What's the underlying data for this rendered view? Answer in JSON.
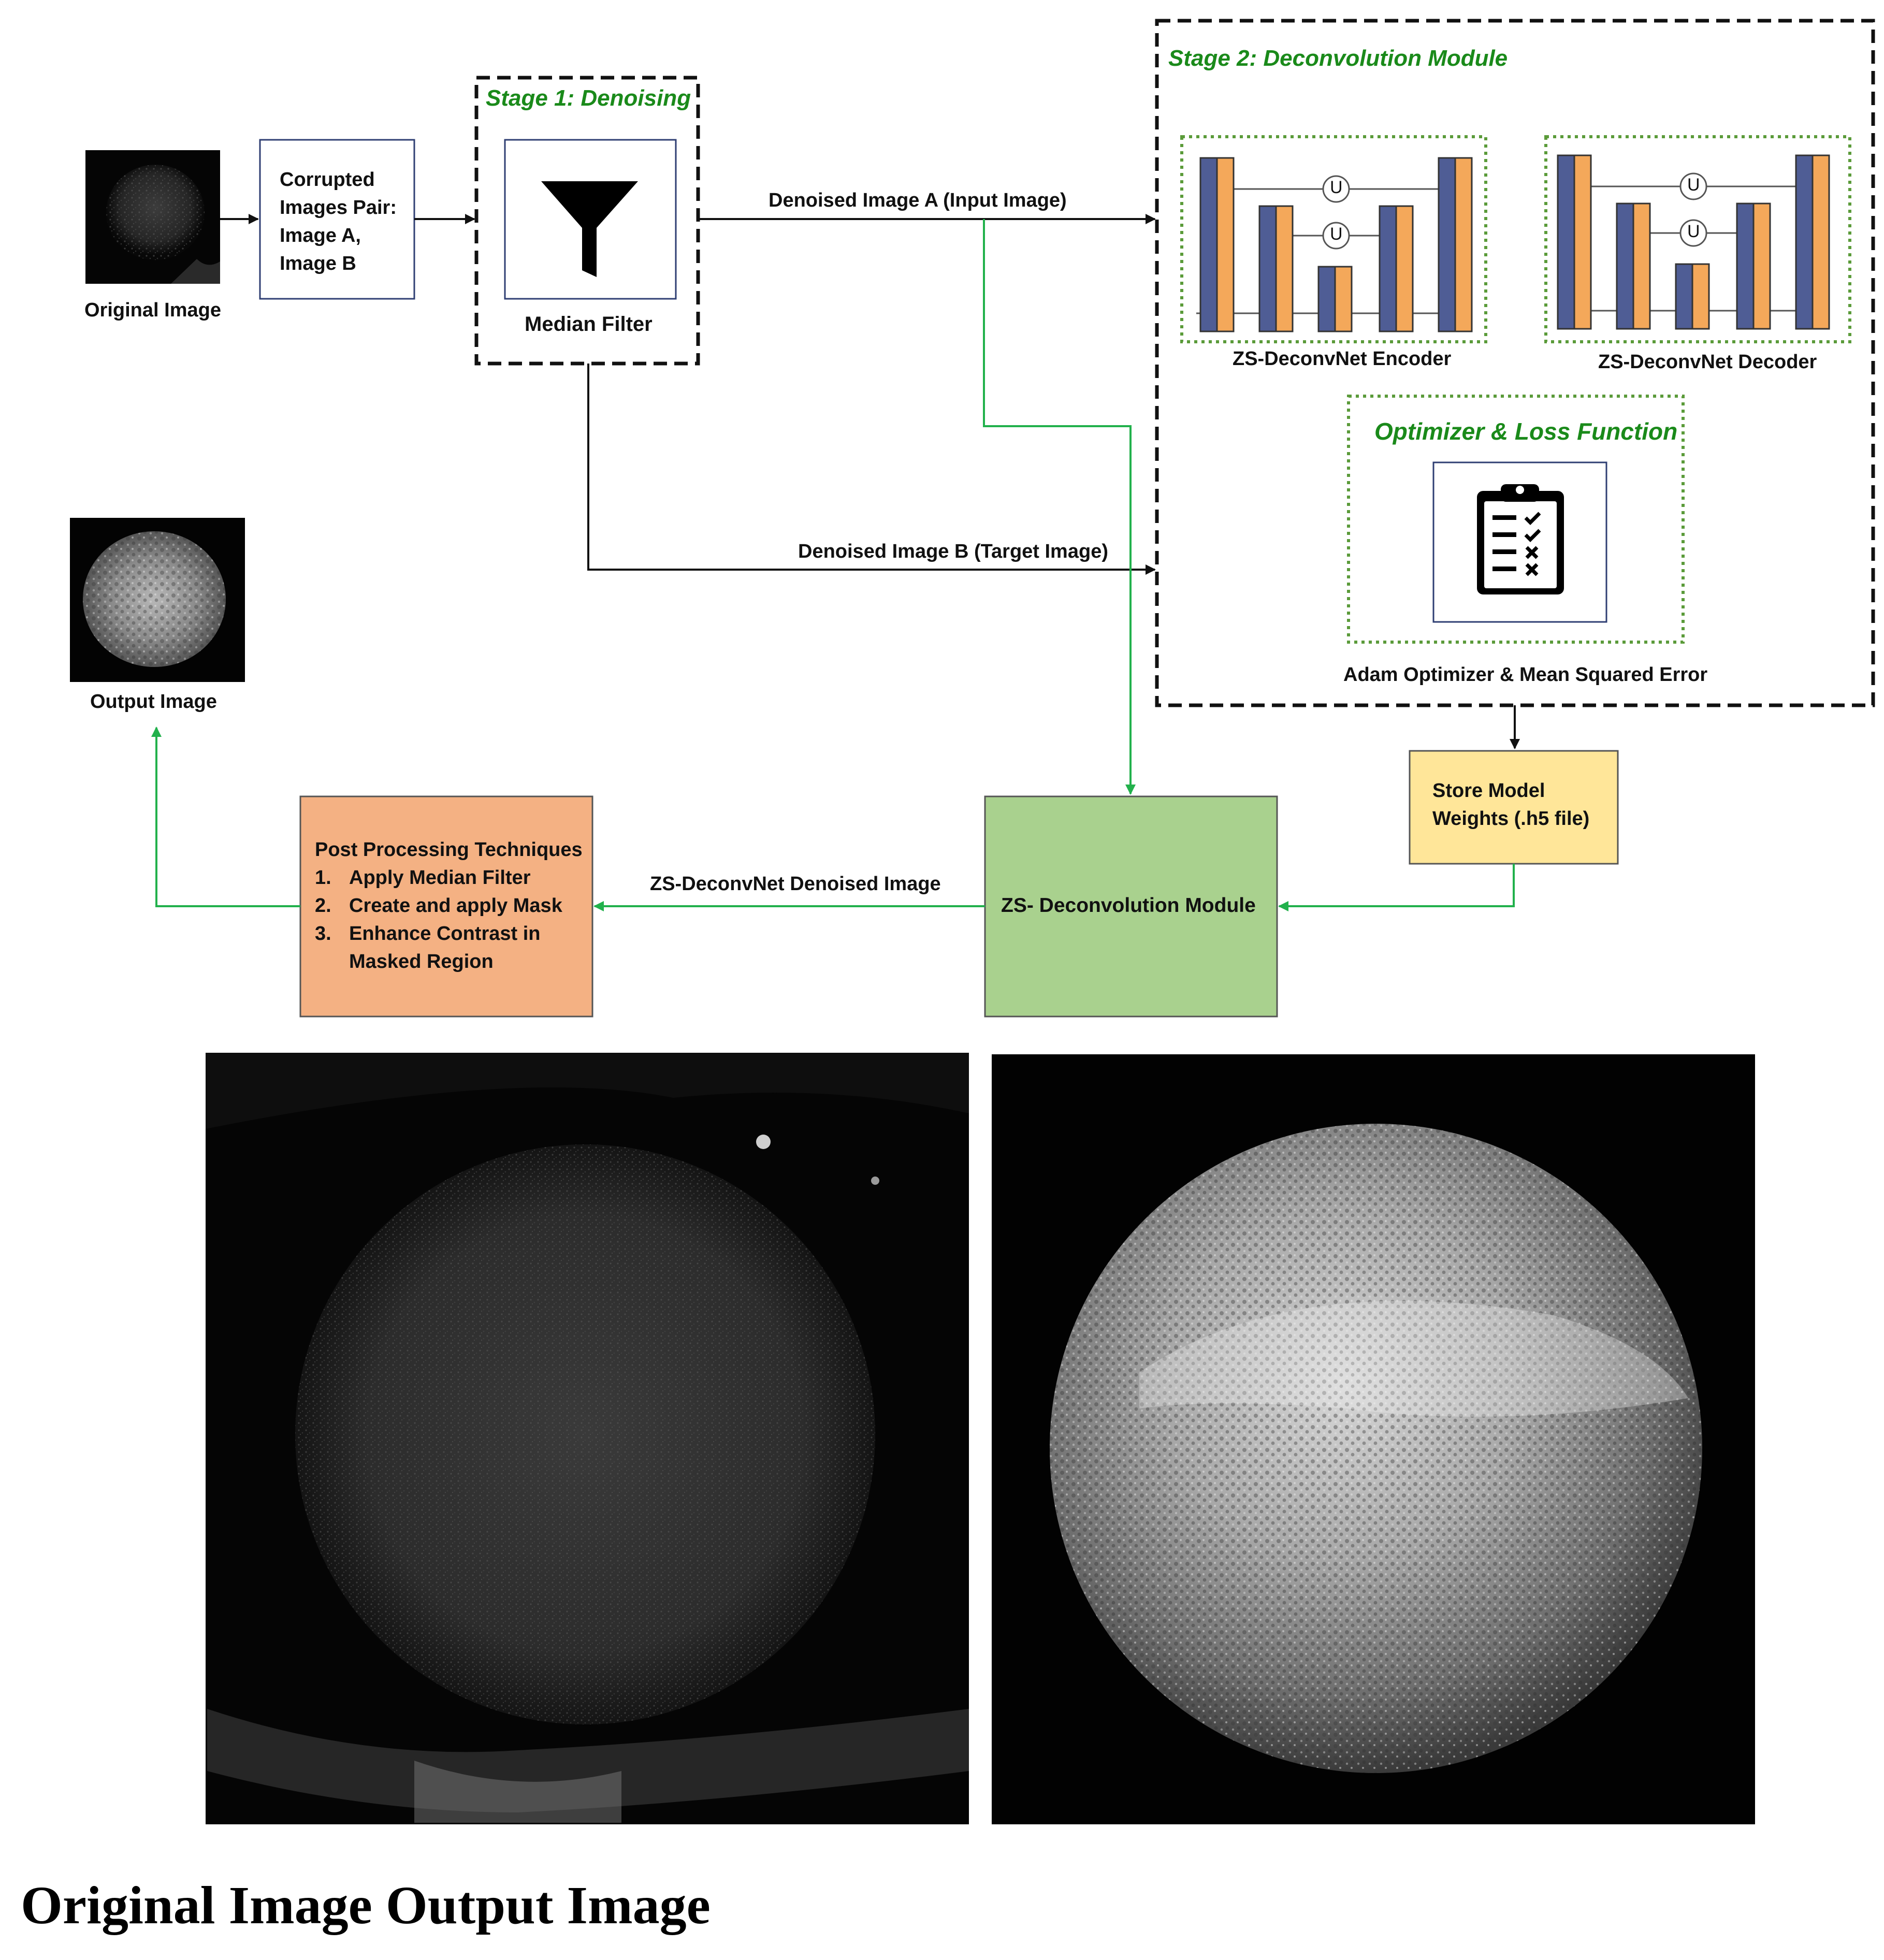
{
  "original_image_label": "Original Image",
  "corrupted_pair_lines": [
    "Corrupted",
    "Images Pair:",
    "Image A,",
    "Image B"
  ],
  "stage1_title": "Stage 1: Denoising",
  "median_filter_label": "Median Filter",
  "denoised_a_label": "Denoised Image A (Input Image)",
  "denoised_b_label": "Denoised Image B (Target Image)",
  "stage2_title": "Stage 2: Deconvolution Module",
  "encoder_label": "ZS-DeconvNet Encoder",
  "decoder_label": "ZS-DeconvNet Decoder",
  "unet_union_symbol": "U",
  "optimizer_title": "Optimizer & Loss Function",
  "optimizer_caption": "Adam Optimizer & Mean Squared Error",
  "output_image_label": "Output Image",
  "store_weights_lines": [
    "Store Model",
    "Weights (.h5 file)"
  ],
  "deconv_module_label": "ZS- Deconvolution Module",
  "zs_denoised_label": "ZS-DeconvNet Denoised Image",
  "post_processing": {
    "title": "Post Processing Techniques",
    "steps": [
      {
        "num": "1.",
        "lines": [
          "Apply Median Filter"
        ]
      },
      {
        "num": "2.",
        "lines": [
          "Create and apply Mask"
        ]
      },
      {
        "num": "3.",
        "lines": [
          "Enhance Contrast in",
          "Masked Region"
        ]
      }
    ]
  },
  "bottom_caption": "Original Image Output Image",
  "colors": {
    "green_arrow": "#22b14c",
    "green_title": "#1a8a1a",
    "deconv_fill": "#a9d18e",
    "post_fill": "#f4b183",
    "store_fill": "#ffe699",
    "unet_blue": "#4f5d95",
    "unet_orange": "#f4a85a",
    "dotted_green": "#5b9b3a"
  },
  "icons": [
    "funnel-icon",
    "clipboard-checklist-icon"
  ]
}
